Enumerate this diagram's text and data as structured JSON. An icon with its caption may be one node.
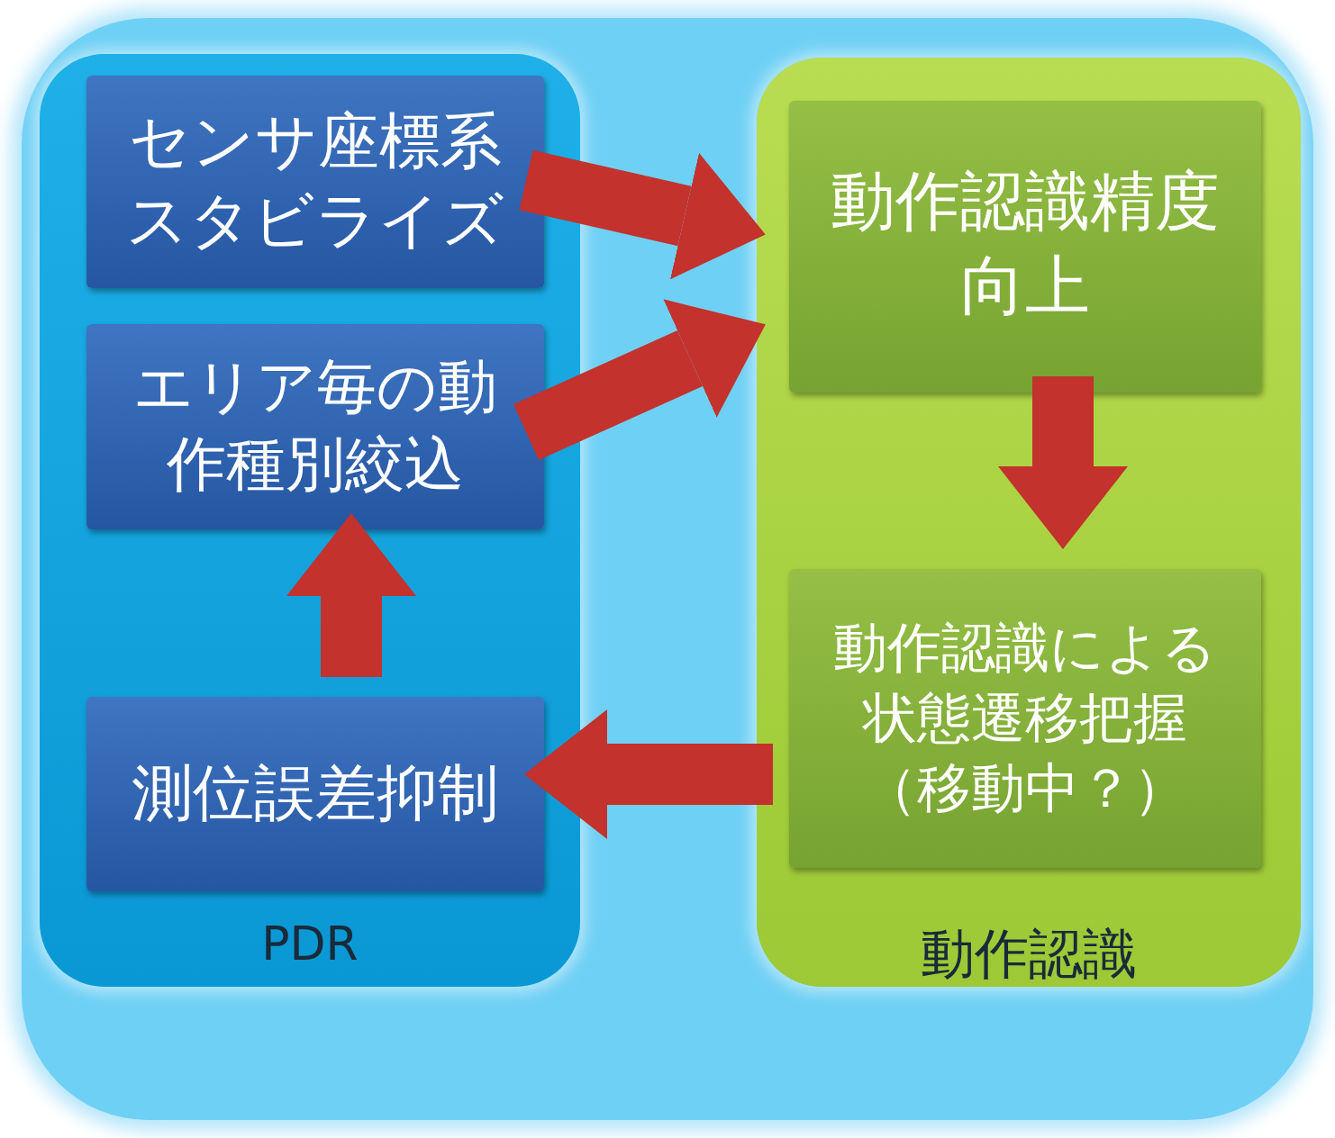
{
  "diagram": {
    "nodes": [
      {
        "text": [],
        "shape": "box"
      },
      {
        "text": [
          "PDR"
        ],
        "in": 0
      },
      {
        "text": [
          "動作認識"
        ],
        "in": 0
      },
      {
        "text": [
          "センサ座標系スタビライズ"
        ],
        "in": 1
      },
      {
        "text": [
          "エリア毎の動作種別絞込"
        ],
        "in": 1
      },
      {
        "text": [
          "測位誤差抑制"
        ],
        "in": 1
      },
      {
        "text": [
          "動作認識精度向上"
        ],
        "in": 2
      },
      {
        "text": [
          "動作認識による状態遷移把握（移動中？）"
        ],
        "in": 2
      }
    ],
    "edges": [
      {
        "from": 3,
        "to": 6,
        "arrow": "to"
      },
      {
        "from": 4,
        "to": 6,
        "arrow": "to"
      },
      {
        "from": 6,
        "to": 7,
        "arrow": "to"
      },
      {
        "from": 7,
        "to": 5,
        "arrow": "to"
      },
      {
        "from": 5,
        "to": 4,
        "arrow": "to"
      }
    ]
  }
}
